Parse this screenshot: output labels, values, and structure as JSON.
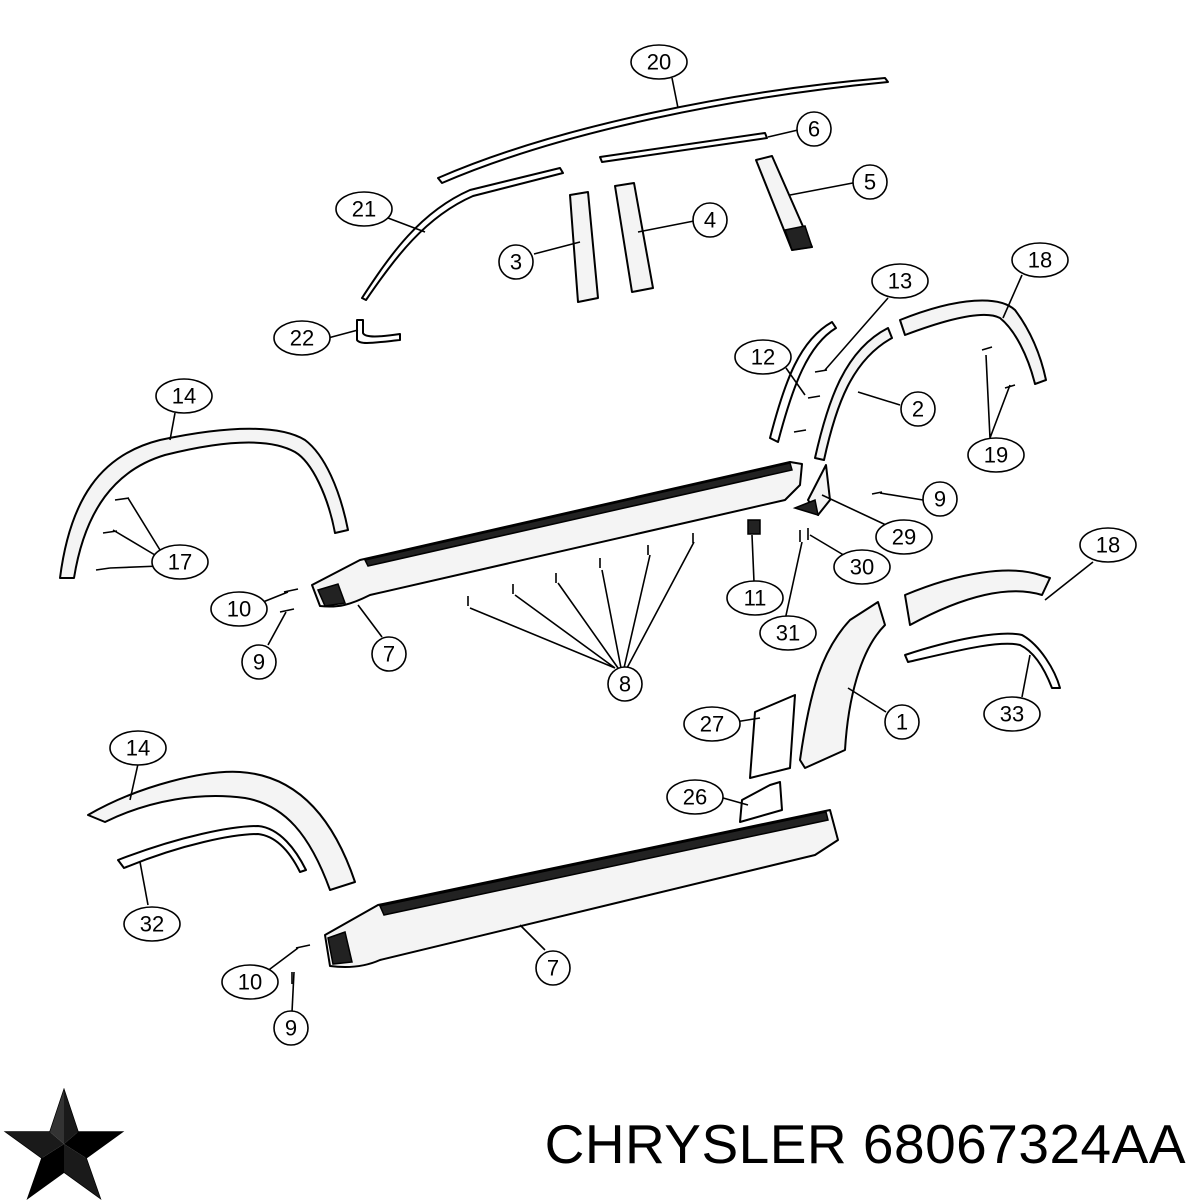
{
  "brand": {
    "name": "CHRYSLER",
    "part_number": "68067324AA",
    "logo_icon": "pentastar-icon"
  },
  "callouts": [
    {
      "id": "c20",
      "label": "20"
    },
    {
      "id": "c6",
      "label": "6"
    },
    {
      "id": "c5",
      "label": "5"
    },
    {
      "id": "c21",
      "label": "21"
    },
    {
      "id": "c4",
      "label": "4"
    },
    {
      "id": "c3",
      "label": "3"
    },
    {
      "id": "c22",
      "label": "22"
    },
    {
      "id": "c13",
      "label": "13"
    },
    {
      "id": "c18a",
      "label": "18"
    },
    {
      "id": "c12",
      "label": "12"
    },
    {
      "id": "c2",
      "label": "2"
    },
    {
      "id": "c19",
      "label": "19"
    },
    {
      "id": "c14a",
      "label": "14"
    },
    {
      "id": "c9a",
      "label": "9"
    },
    {
      "id": "c29",
      "label": "29"
    },
    {
      "id": "c17",
      "label": "17"
    },
    {
      "id": "c30",
      "label": "30"
    },
    {
      "id": "c18b",
      "label": "18"
    },
    {
      "id": "c10a",
      "label": "10"
    },
    {
      "id": "c11",
      "label": "11"
    },
    {
      "id": "c31",
      "label": "31"
    },
    {
      "id": "c9b",
      "label": "9"
    },
    {
      "id": "c7a",
      "label": "7"
    },
    {
      "id": "c8",
      "label": "8"
    },
    {
      "id": "c33",
      "label": "33"
    },
    {
      "id": "c27",
      "label": "27"
    },
    {
      "id": "c1",
      "label": "1"
    },
    {
      "id": "c14b",
      "label": "14"
    },
    {
      "id": "c26",
      "label": "26"
    },
    {
      "id": "c32",
      "label": "32"
    },
    {
      "id": "c7b",
      "label": "7"
    },
    {
      "id": "c10b",
      "label": "10"
    },
    {
      "id": "c9c",
      "label": "9"
    }
  ]
}
